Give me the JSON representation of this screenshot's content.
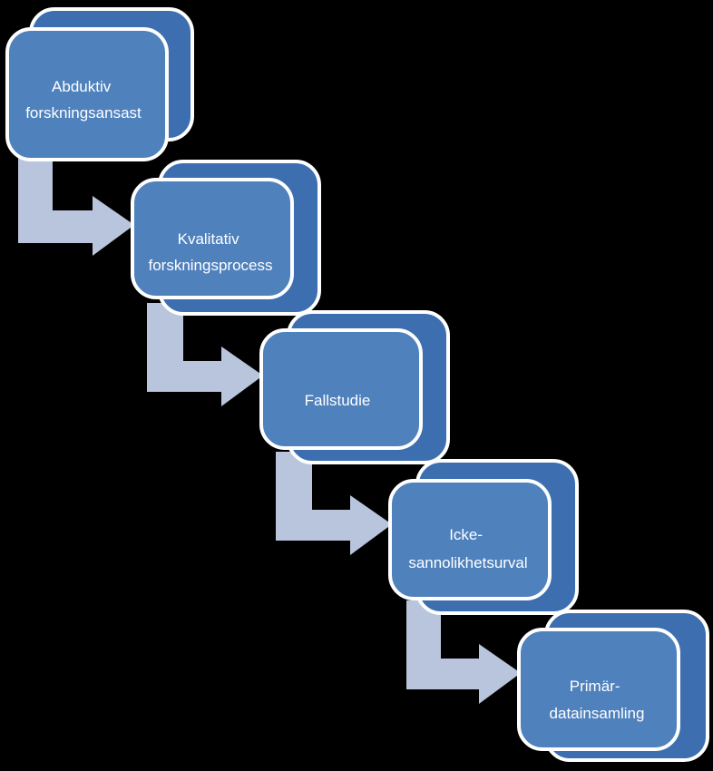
{
  "diagram": {
    "steps": [
      {
        "lines": [
          "Abduktiv",
          "forskningsansast"
        ]
      },
      {
        "lines": [
          "Kvalitativ",
          "forskningsprocess"
        ]
      },
      {
        "lines": [
          "Fallstudie"
        ]
      },
      {
        "lines": [
          "Icke-",
          "sannolikhetsurval"
        ]
      },
      {
        "lines": [
          "Primär-",
          "datainsamling"
        ]
      }
    ],
    "colors": {
      "box_fill": "#4f81bd",
      "box_back": "#3c6eb0",
      "box_border": "#ffffff",
      "arrow_fill": "#b9c5dc",
      "text": "#ffffff",
      "background": "#000000"
    }
  }
}
